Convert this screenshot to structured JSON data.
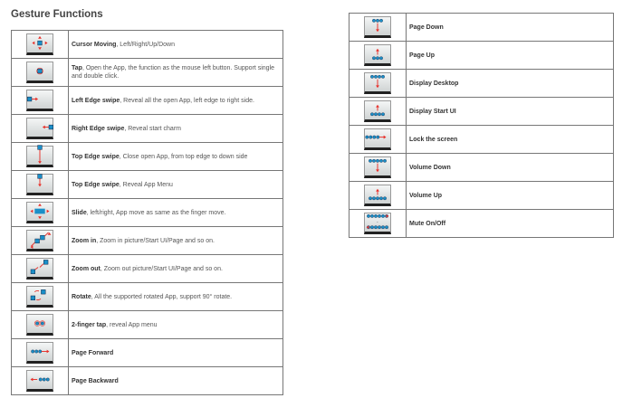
{
  "title": "Gesture Functions",
  "left_rows": [
    {
      "icon": "cursor-moving-icon",
      "name": "Cursor Moving",
      "desc": ", Left/Right/Up/Down"
    },
    {
      "icon": "tap-icon",
      "name": "Tap",
      "desc": ", Open the App, the function as the mouse left button. Support single and double click."
    },
    {
      "icon": "left-edge-swipe-icon",
      "name": "Left Edge swipe",
      "desc": ", Reveal all the open App, left edge to right side."
    },
    {
      "icon": "right-edge-swipe-icon",
      "name": "Right Edge swipe",
      "desc": ", Reveal start charm"
    },
    {
      "icon": "top-edge-swipe-long-icon",
      "name": "Top Edge swipe",
      "desc": ", Close open App, from top edge to down side"
    },
    {
      "icon": "top-edge-swipe-short-icon",
      "name": "Top Edge swipe",
      "desc": ", Reveal App Menu"
    },
    {
      "icon": "slide-icon",
      "name": "Slide",
      "desc": ", left/right, App move as same as the finger move."
    },
    {
      "icon": "zoom-in-icon",
      "name": "Zoom in",
      "desc": ", Zoom in picture/Start UI/Page and so on."
    },
    {
      "icon": "zoom-out-icon",
      "name": "Zoom out",
      "desc": ", Zoom out picture/Start UI/Page and so on."
    },
    {
      "icon": "rotate-icon",
      "name": "Rotate",
      "desc": ", All the supported rotated App, support 90° rotate."
    },
    {
      "icon": "two-finger-tap-icon",
      "name": "2-finger tap",
      "desc": ", reveal App menu"
    },
    {
      "icon": "page-forward-icon",
      "name": "Page Forward",
      "desc": ""
    },
    {
      "icon": "page-backward-icon",
      "name": "Page Backward",
      "desc": ""
    }
  ],
  "right_rows": [
    {
      "icon": "page-down-icon",
      "name": "Page Down"
    },
    {
      "icon": "page-up-icon",
      "name": "Page Up"
    },
    {
      "icon": "display-desktop-icon",
      "name": "Display Desktop"
    },
    {
      "icon": "display-start-ui-icon",
      "name": "Display Start UI"
    },
    {
      "icon": "lock-screen-icon",
      "name": "Lock the screen"
    },
    {
      "icon": "volume-down-icon",
      "name": "Volume Down"
    },
    {
      "icon": "volume-up-icon",
      "name": "Volume Up"
    },
    {
      "icon": "mute-icon",
      "name": "Mute On/Off"
    }
  ],
  "colors": {
    "dot": "#1a8fc8",
    "arrow": "#e8302a"
  }
}
